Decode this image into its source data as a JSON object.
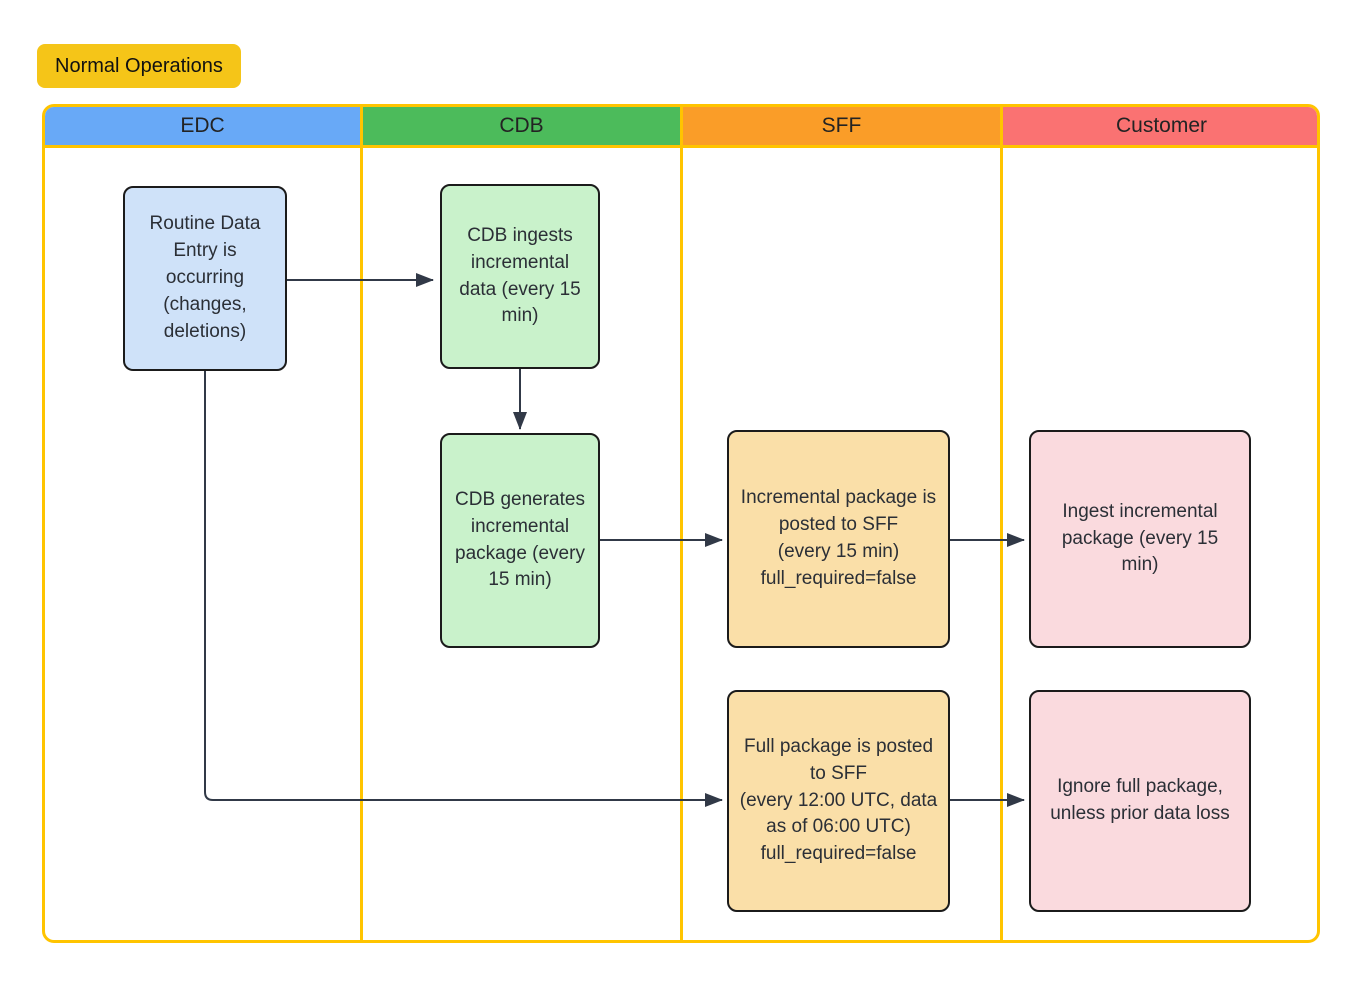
{
  "diagram": {
    "title": "Normal Operations",
    "title_badge_color": "#f5c518",
    "frame_border_color": "#ffc400",
    "edge_color": "#313947"
  },
  "lanes": [
    {
      "id": "edc",
      "label": "EDC",
      "header_color": "#68a9f7"
    },
    {
      "id": "cdb",
      "label": "CDB",
      "header_color": "#4cbb5b"
    },
    {
      "id": "sff",
      "label": "SFF",
      "header_color": "#fa9d28"
    },
    {
      "id": "customer",
      "label": "Customer",
      "header_color": "#fa7272"
    }
  ],
  "nodes": [
    {
      "id": "routine-data-entry",
      "lane": "edc",
      "label": "Routine Data Entry is occurring (changes, deletions)",
      "fill": "#cfe2f9"
    },
    {
      "id": "cdb-ingests",
      "lane": "cdb",
      "label": "CDB ingests incremental data (every 15 min)",
      "fill": "#c9f2cb"
    },
    {
      "id": "cdb-generates",
      "lane": "cdb",
      "label": "CDB generates incremental package (every 15 min)",
      "fill": "#c9f2cb"
    },
    {
      "id": "incremental-posted",
      "lane": "sff",
      "label": "Incremental package is posted to SFF\n(every 15 min)\nfull_required=false",
      "fill": "#fadfa8"
    },
    {
      "id": "full-posted",
      "lane": "sff",
      "label": "Full package is posted to SFF\n(every 12:00 UTC, data as of 06:00 UTC)\nfull_required=false",
      "fill": "#fadfa8"
    },
    {
      "id": "ingest-incremental",
      "lane": "customer",
      "label": "Ingest incremental package (every 15 min)",
      "fill": "#fadade"
    },
    {
      "id": "ignore-full",
      "lane": "customer",
      "label": "Ignore full package, unless prior data loss",
      "fill": "#fadade"
    }
  ],
  "edges": [
    {
      "id": "edge-entry-to-ingests",
      "from": "routine-data-entry",
      "to": "cdb-ingests",
      "label": ""
    },
    {
      "id": "edge-ingests-to-generates",
      "from": "cdb-ingests",
      "to": "cdb-generates",
      "label": ""
    },
    {
      "id": "edge-generates-to-incremental",
      "from": "cdb-generates",
      "to": "incremental-posted",
      "label": ""
    },
    {
      "id": "edge-incremental-to-ingest",
      "from": "incremental-posted",
      "to": "ingest-incremental",
      "label": ""
    },
    {
      "id": "edge-entry-to-full",
      "from": "routine-data-entry",
      "to": "full-posted",
      "label": ""
    },
    {
      "id": "edge-full-to-ignore",
      "from": "full-posted",
      "to": "ignore-full",
      "label": ""
    }
  ]
}
